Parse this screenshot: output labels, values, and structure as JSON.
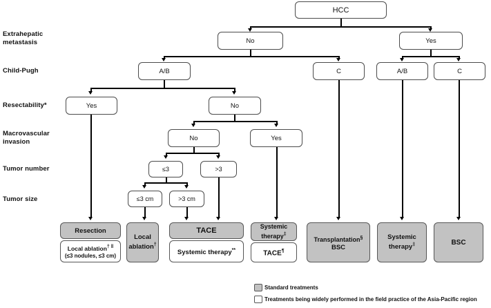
{
  "figure": {
    "title": "HCC treatment decision tree",
    "colors": {
      "standard_fill": "#c2c2c2",
      "field_fill": "#ffffff",
      "node_border": "#4a4a4a",
      "connector": "#000000"
    }
  },
  "row_labels": [
    {
      "id": "extrahepatic-metastasis",
      "text": "Extrahepatic\nmetastasis"
    },
    {
      "id": "child-pugh",
      "text": "Child-Pugh"
    },
    {
      "id": "resectability",
      "text": "Resectability*"
    },
    {
      "id": "macrovascular-invasion",
      "text": "Macrovascular\ninvasion"
    },
    {
      "id": "tumor-number",
      "text": "Tumor number"
    },
    {
      "id": "tumor-size",
      "text": "Tumor size"
    }
  ],
  "nodes": {
    "root": "HCC",
    "metastasis_no": "No",
    "metastasis_yes": "Yes",
    "cp_ab_left": "A/B",
    "cp_c_left": "C",
    "cp_ab_right": "A/B",
    "cp_c_right": "C",
    "resect_yes": "Yes",
    "resect_no": "No",
    "mvi_no": "No",
    "mvi_yes": "Yes",
    "tumor_num_le3": "≤3",
    "tumor_num_gt3": ">3",
    "tumor_size_le3cm": "≤3 cm",
    "tumor_size_gt3cm": ">3 cm"
  },
  "treatments": [
    {
      "id": "resection",
      "label": "Resection",
      "type": "standard"
    },
    {
      "id": "local-ablation-nodules",
      "label": "Local ablation",
      "superscript": "† ‖",
      "sub": "(≤3 nodules, ≤3 cm)",
      "type": "field"
    },
    {
      "id": "local-ablation",
      "label": "Local\nablation",
      "superscript": "†",
      "type": "standard"
    },
    {
      "id": "tace",
      "label": "TACE",
      "type": "standard"
    },
    {
      "id": "systemic-therapy-star",
      "label": "Systemic therapy",
      "superscript": "**",
      "type": "field"
    },
    {
      "id": "systemic-therapy-cp",
      "label": "Systemic\ntherapy",
      "superscript": "‡",
      "type": "standard"
    },
    {
      "id": "tace-pilcrow",
      "label": "TACE",
      "superscript": "¶",
      "type": "field"
    },
    {
      "id": "transplantation-bsc",
      "label": "Transplantation",
      "superscript": "§",
      "line2": "BSC",
      "type": "standard"
    },
    {
      "id": "systemic-therapy-meta",
      "label": "Systemic\ntherapy",
      "superscript": "‡",
      "type": "standard"
    },
    {
      "id": "bsc",
      "label": "BSC",
      "type": "standard"
    }
  ],
  "legend": [
    {
      "id": "legend-standard",
      "swatch": "standard",
      "text": "Standard treatments"
    },
    {
      "id": "legend-field",
      "swatch": "field",
      "text": "Treatments being widely performed in the field practice of the Asia-Pacific region"
    }
  ]
}
